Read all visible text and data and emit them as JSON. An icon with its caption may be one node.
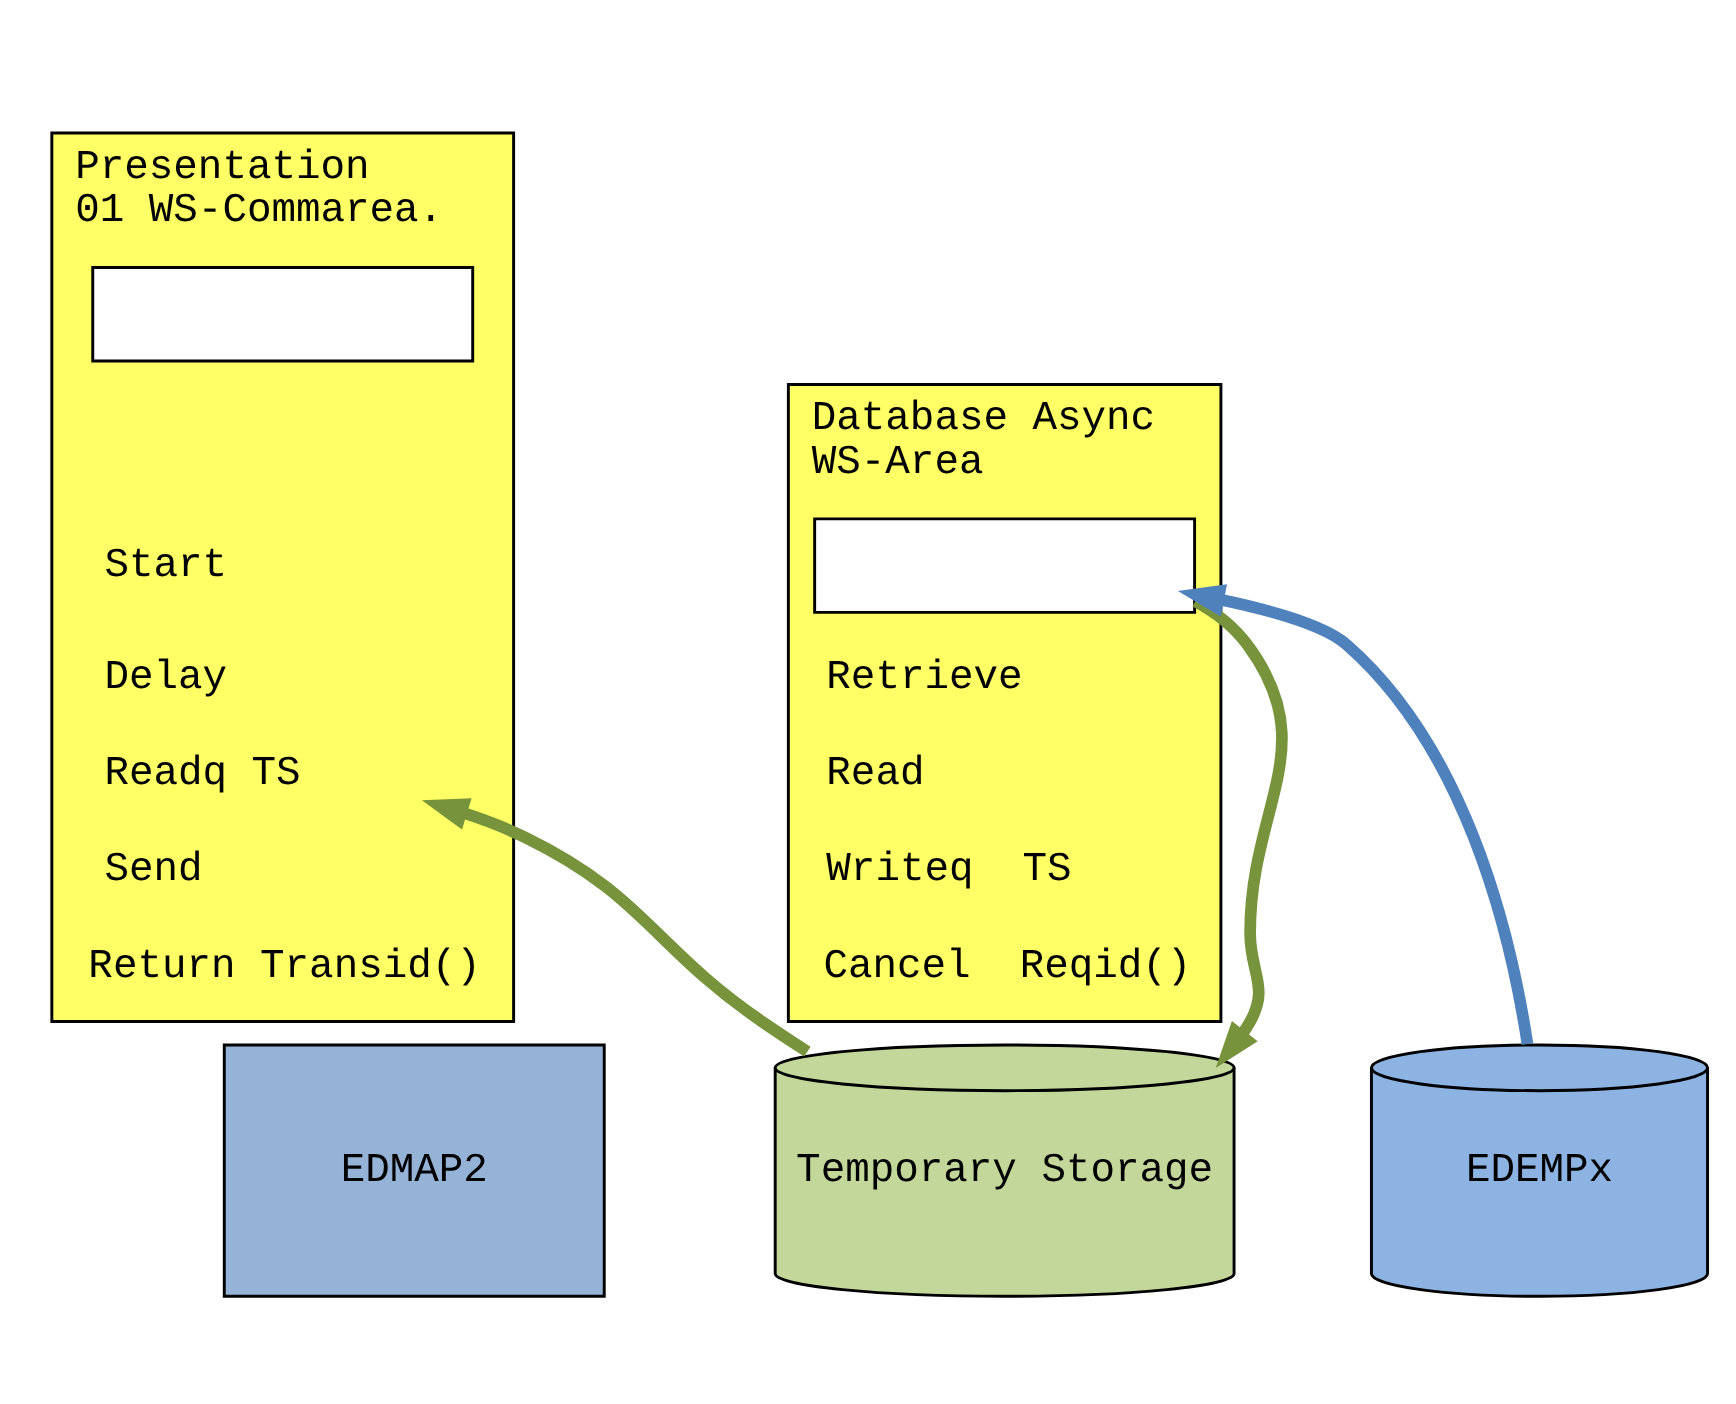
{
  "diagram": {
    "nodes": [
      {
        "text": [
          "Presentation",
          "01 WS-Commarea."
        ]
      },
      {
        "text": [],
        "shape": "box",
        "in": 0
      },
      {
        "text": [
          "Start"
        ],
        "in": 0
      },
      {
        "text": [
          "Delay"
        ],
        "in": 0
      },
      {
        "text": [
          "Readq TS"
        ],
        "in": 0
      },
      {
        "text": [
          "Send"
        ],
        "in": 0
      },
      {
        "text": [
          "Return Transid()"
        ],
        "in": 0
      },
      {
        "text": [
          "Database Async",
          "WS-Area"
        ]
      },
      {
        "text": [],
        "shape": "box",
        "in": 7
      },
      {
        "text": [
          "Retrieve"
        ],
        "in": 7
      },
      {
        "text": [
          "Read"
        ],
        "in": 7
      },
      {
        "text": [
          "Writeq  TS"
        ],
        "in": 7
      },
      {
        "text": [
          "Cancel  Reqid()"
        ],
        "in": 7
      },
      {
        "text": [
          "EDMAP2"
        ]
      },
      {
        "text": [
          "Temporary Storage"
        ]
      },
      {
        "text": [
          "EDEMPx"
        ]
      }
    ],
    "edges": [
      {
        "from": 14,
        "to": 4,
        "arrow": "to",
        "color": "#77933c"
      },
      {
        "from": 8,
        "to": 14,
        "arrow": "to",
        "color": "#77933c"
      },
      {
        "from": 15,
        "to": 8,
        "arrow": "to",
        "color": "#4f81bd"
      }
    ]
  }
}
